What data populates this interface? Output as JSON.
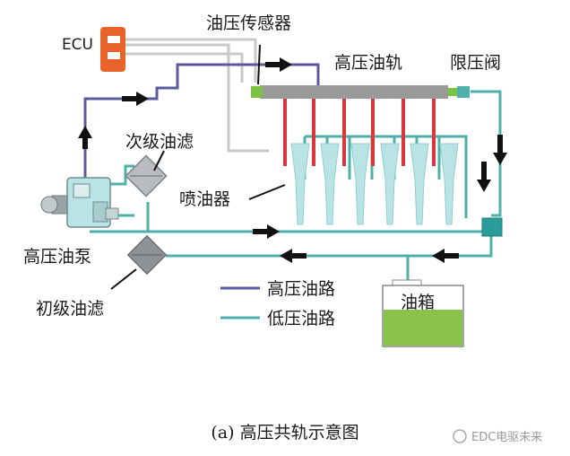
{
  "labels": {
    "ecu": "ECU",
    "pressure_sensor": "油压传感器",
    "common_rail": "高压油轨",
    "pressure_limiter": "限压阀",
    "secondary_filter": "次级油滤",
    "injector": "喷油器",
    "high_pressure_pump": "高压油泵",
    "primary_filter": "初级油滤",
    "fuel_tank": "油箱"
  },
  "legend": {
    "high_pressure_line": "高压油路",
    "low_pressure_line": "低压油路"
  },
  "caption": "(a) 高压共轨示意图",
  "watermark": "EDC电驱未来",
  "colors": {
    "high_pressure": "#5b5a9c",
    "low_pressure": "#4fb0a8",
    "rail": "#9a9a9a",
    "injector_pipe": "#d9363e",
    "injector_body": "#b9e3e4",
    "ecu": "#e8632a",
    "fuel": "#8bc34a",
    "sensor": "#7cc243"
  }
}
